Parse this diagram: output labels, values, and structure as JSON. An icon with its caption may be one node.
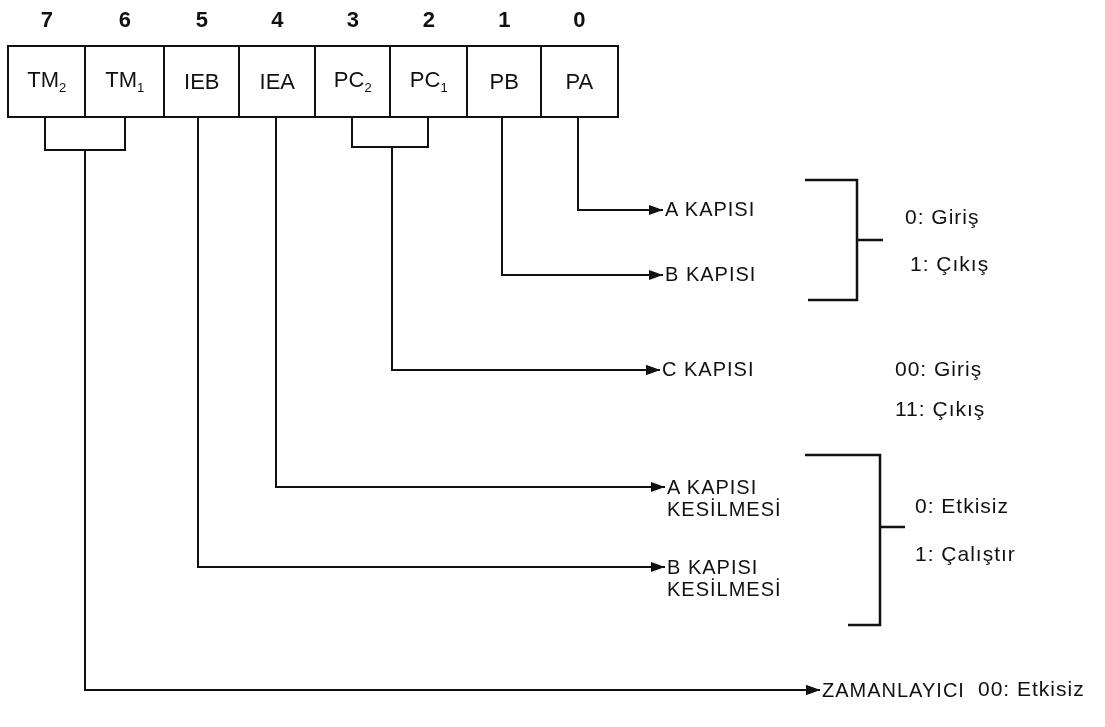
{
  "diagram": {
    "nodes": [
      {
        "text": [
          "TM$_{2}$"
        ],
        "beside": [
          "7"
        ]
      },
      {
        "text": [
          "TM$_{1}$"
        ],
        "beside": [
          "6"
        ]
      },
      {
        "text": [
          "IEB"
        ],
        "beside": [
          "5"
        ]
      },
      {
        "text": [
          "IEA"
        ],
        "beside": [
          "4"
        ]
      },
      {
        "text": [
          "PC$_{2}$"
        ],
        "beside": [
          "3"
        ]
      },
      {
        "text": [
          "PC$_{1}$"
        ],
        "beside": [
          "2"
        ]
      },
      {
        "text": [
          "PB"
        ],
        "beside": [
          "1"
        ]
      },
      {
        "text": [
          "PA"
        ],
        "beside": [
          "0"
        ]
      },
      {
        "text": [
          "A KAPISI"
        ]
      },
      {
        "text": [
          "B KAPISI"
        ]
      },
      {
        "text": [
          "C KAPISI"
        ]
      },
      {
        "text": [
          "A KAPISI KESİLMESİ"
        ]
      },
      {
        "text": [
          "B KAPISI KESİLMESİ"
        ]
      },
      {
        "text": [
          "ZAMANLAYICI"
        ]
      }
    ],
    "edges": [
      {
        "from": 7,
        "to": 8,
        "arrow": "to"
      },
      {
        "from": 6,
        "to": 9,
        "arrow": "to"
      },
      {
        "from": 4,
        "to": 10,
        "arrow": "to"
      },
      {
        "from": 5,
        "to": 10,
        "arrow": "to"
      },
      {
        "from": 3,
        "to": 11,
        "arrow": "to"
      },
      {
        "from": 2,
        "to": 12,
        "arrow": "to"
      },
      {
        "from": 0,
        "to": 13,
        "arrow": "to"
      },
      {
        "from": 1,
        "to": 13,
        "arrow": "to"
      }
    ],
    "labels": [
      "0: Giriş",
      "1: Çıkış",
      "00: Giriş",
      "11: Çıkış",
      "0: Etkisiz",
      "1: Çalıştır",
      "00: Etkisiz"
    ]
  }
}
